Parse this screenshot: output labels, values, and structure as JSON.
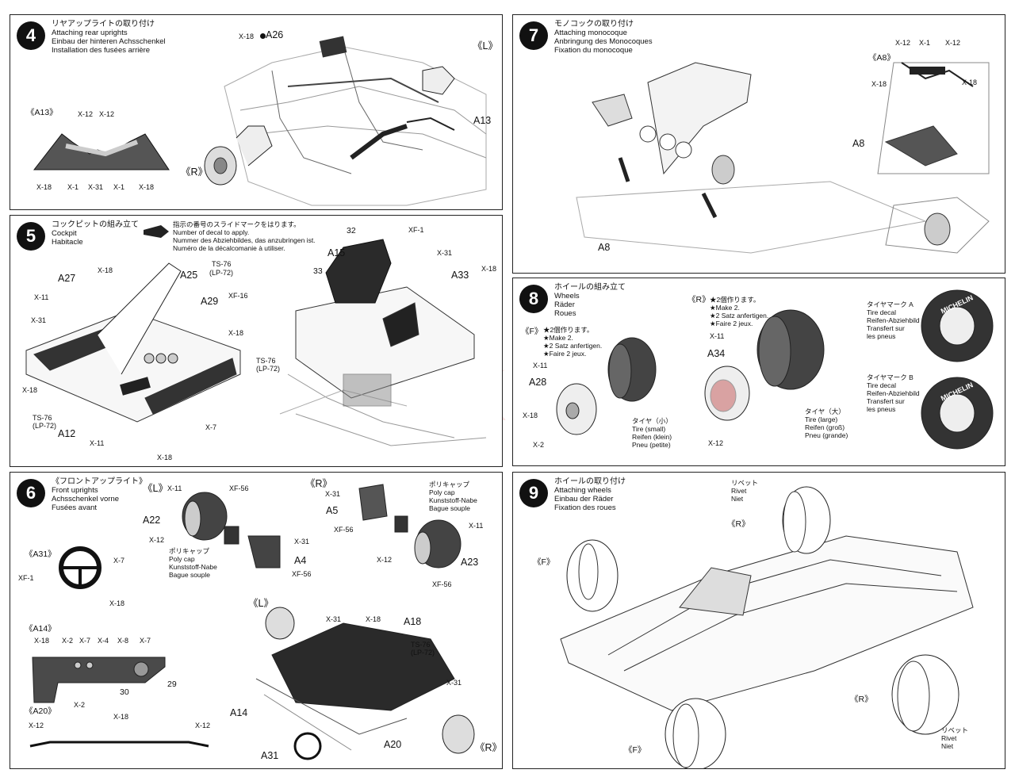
{
  "watermark": "modelartikl.cz",
  "steps": {
    "s4": {
      "num": "4",
      "jp": "リヤアップライトの取り付け",
      "en": "Attaching rear uprights",
      "de": "Einbau der hinteren Achsschenkel",
      "fr": "Installation des fusées arrière"
    },
    "s5": {
      "num": "5",
      "jp": "コックピットの組み立て",
      "en": "Cockpit",
      "de": "",
      "fr": "Habitacle"
    },
    "s6": {
      "num": "6",
      "jp": "《フロントアップライト》",
      "en": "Front uprights",
      "de": "Achsschenkel vorne",
      "fr": "Fusées avant"
    },
    "s7": {
      "num": "7",
      "jp": "モノコックの取り付け",
      "en": "Attaching monocoque",
      "de": "Anbringung des Monocoques",
      "fr": "Fixation du monocoque"
    },
    "s8": {
      "num": "8",
      "jp": "ホイールの組み立て",
      "en": "Wheels",
      "de": "Räder",
      "fr": "Roues"
    },
    "s9": {
      "num": "9",
      "jp": "ホイールの取り付け",
      "en": "Attaching wheels",
      "de": "Einbau der Räder",
      "fr": "Fixation des roues"
    }
  },
  "decal_note": {
    "jp": "指示の番号のスライドマークをはります。",
    "en": "Number of decal to apply.",
    "de": "Nummer des Abziehbildes, das anzubringen ist.",
    "fr": "Numéro de la décalcomanie à utiliser."
  },
  "labels": {
    "A26": "A26",
    "X18": "X-18",
    "X12": "X-12",
    "X1": "X-1",
    "X31": "X-31",
    "A13": "A13",
    "A13b": "《A13》",
    "L": "《L》",
    "R": "《R》",
    "A27": "A27",
    "A25": "A25",
    "A29": "A29",
    "A12": "A12",
    "X11": "X-11",
    "X7": "X-7",
    "XF16": "XF-16",
    "TS76": "TS-76",
    "LP72": "(LP-72)",
    "A15": "A15",
    "A33": "A33",
    "XF1": "XF-1",
    "n32": "32",
    "n33": "33",
    "A8": "A8",
    "A8b": "《A8》",
    "F": "《F》",
    "A28": "A28",
    "A34": "A34",
    "X2": "X-2",
    "make2_jp": "★2個作ります。",
    "make2_en": "★Make 2.",
    "make2_de": "★2 Satz anfertigen.",
    "make2_fr": "★Faire 2 jeux.",
    "tire_s_jp": "タイヤ（小）",
    "tire_s_en": "Tire (small)",
    "tire_s_de": "Reifen (klein)",
    "tire_s_fr": "Pneu (petite)",
    "tire_l_jp": "タイヤ（大）",
    "tire_l_en": "Tire (large)",
    "tire_l_de": "Reifen (groß)",
    "tire_l_fr": "Pneu (grande)",
    "decalA_jp": "タイヤマーク",
    "decal_en": "Tire decal",
    "decal_de": "Reifen-Abziehbild",
    "decal_fr1": "Transfert sur",
    "decal_fr2": "les pneus",
    "circA": "A",
    "circB": "B",
    "michelin": "MICHELIN",
    "A22": "A22",
    "A4": "A4",
    "A5": "A5",
    "A23": "A23",
    "A18": "A18",
    "A14": "A14",
    "A14b": "《A14》",
    "A20": "A20",
    "A20b": "《A20》",
    "A31": "A31",
    "A31b": "《A31》",
    "XF56": "XF-56",
    "X4": "X-4",
    "X8": "X-8",
    "n29": "29",
    "n30": "30",
    "poly_jp": "ポリキャップ",
    "poly_en": "Poly cap",
    "poly_de": "Kunststoff-Nabe",
    "poly_fr": "Bague souple",
    "rivet_jp": "リベット",
    "rivet_en": "Rivet",
    "rivet_de": "Niet"
  }
}
